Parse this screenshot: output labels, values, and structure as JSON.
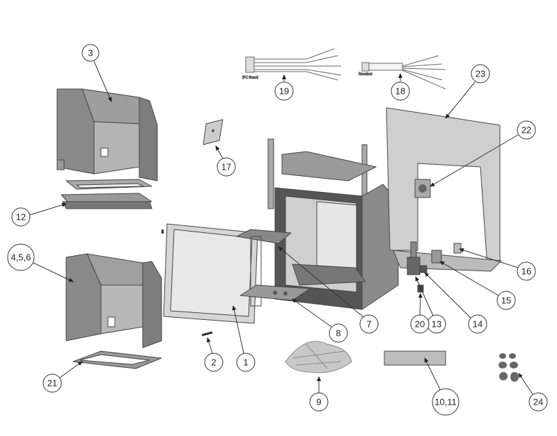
{
  "diagram": {
    "type": "exploded-parts-diagram",
    "wire_labels": {
      "harness_19": "IFC Board",
      "harness_18": "Receiver"
    },
    "callouts": {
      "c1": "1",
      "c2": "2",
      "c3": "3",
      "c456": "4,5,6",
      "c7": "7",
      "c8": "8",
      "c9": "9",
      "c1011": "10,11",
      "c12": "12",
      "c13": "13",
      "c14": "14",
      "c15": "15",
      "c16": "16",
      "c17": "17",
      "c18": "18",
      "c19": "19",
      "c20": "20",
      "c21": "21",
      "c22": "22",
      "c23": "23",
      "c24": "24"
    }
  }
}
